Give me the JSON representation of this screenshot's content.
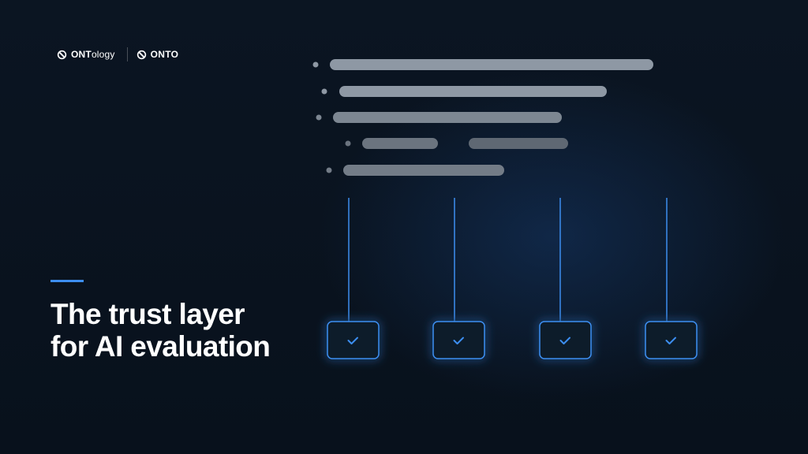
{
  "brand": {
    "logo_left_prefix": "ONT",
    "logo_left_suffix": "ology",
    "logo_right": "ONTO"
  },
  "headline": "The trust layer for AI evaluation",
  "colors": {
    "accent": "#3d8ef0",
    "bar_light": "#8e98a4",
    "bar_dim": "#5f6873",
    "background": "#0a1320"
  },
  "diagram": {
    "checkbox_count": 4,
    "check_icon": "checkmark-icon"
  }
}
